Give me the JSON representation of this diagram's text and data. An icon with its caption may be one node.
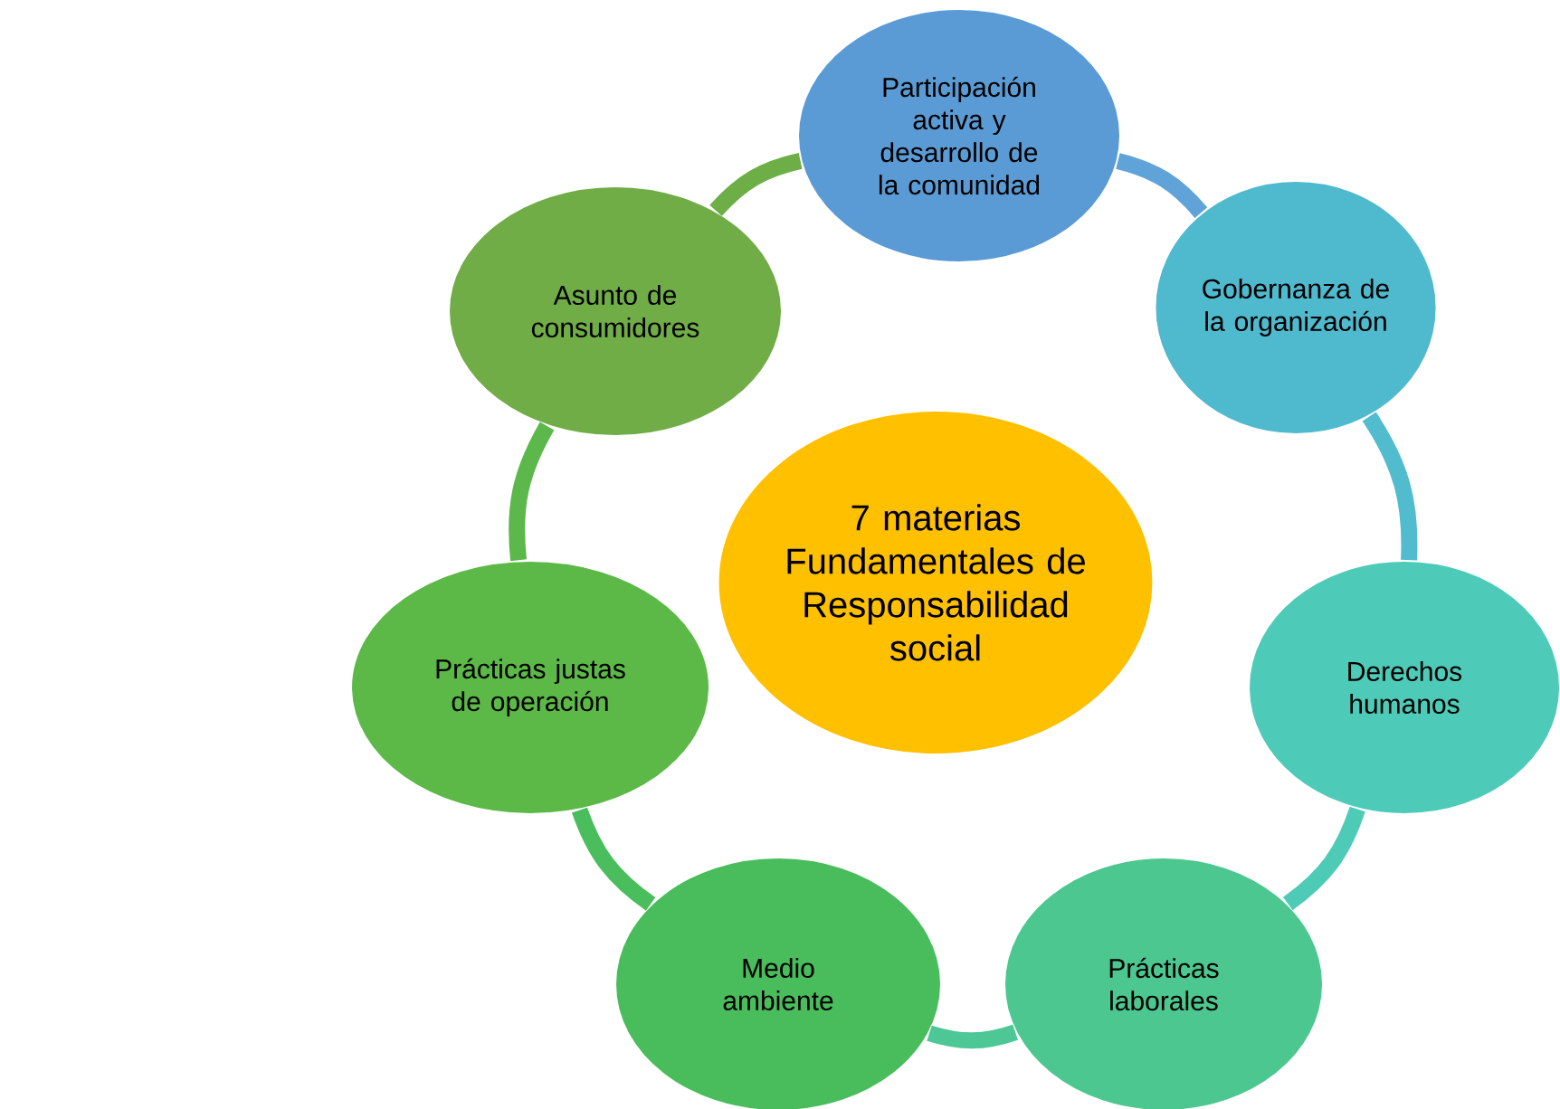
{
  "diagram": {
    "nodes": [
      {
        "text": [
          "7 materias Fundamentales de Responsabilidad social"
        ]
      },
      {
        "text": [
          "Participación activa y desarrollo de la comunidad"
        ]
      },
      {
        "text": [
          "Gobernanza de la organización"
        ]
      },
      {
        "text": [
          "Derechos humanos"
        ]
      },
      {
        "text": [
          "Prácticas laborales"
        ]
      },
      {
        "text": [
          "Medio ambiente"
        ]
      },
      {
        "text": [
          "Prácticas justas de operación"
        ]
      },
      {
        "text": [
          "Asunto de consumidores"
        ]
      }
    ],
    "edges": [
      {
        "from": 1,
        "to": 2,
        "arrow": "none",
        "color": "#5fa3d8"
      },
      {
        "from": 2,
        "to": 3,
        "arrow": "none",
        "color": "#52bccf"
      },
      {
        "from": 3,
        "to": 4,
        "arrow": "none",
        "color": "#4ecbb6"
      },
      {
        "from": 4,
        "to": 5,
        "arrow": "none",
        "color": "#4cc795"
      },
      {
        "from": 5,
        "to": 6,
        "arrow": "none",
        "color": "#4abd5c"
      },
      {
        "from": 6,
        "to": 7,
        "arrow": "none",
        "color": "#5cb84a"
      },
      {
        "from": 7,
        "to": 1,
        "arrow": "none",
        "color": "#6dae46"
      }
    ]
  }
}
